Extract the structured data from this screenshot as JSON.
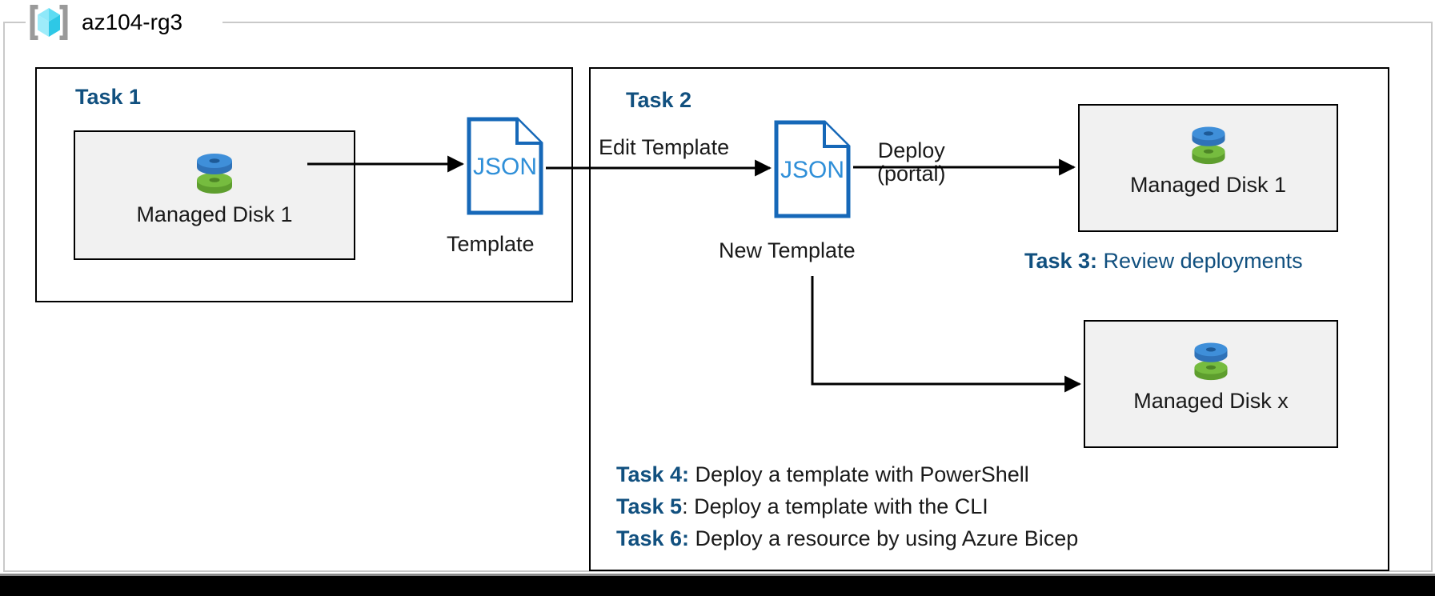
{
  "resource_group": {
    "name": "az104-rg3",
    "icon": "azure-resource-group-cube-icon"
  },
  "task1": {
    "heading": "Task 1",
    "resource": {
      "label": "Managed Disk 1",
      "icon": "managed-disk-icon"
    },
    "template": {
      "doc_label": "JSON",
      "caption": "Template",
      "icon": "json-document-icon"
    },
    "connector_label": ""
  },
  "task2": {
    "heading": "Task 2",
    "edit_label": "Edit Template",
    "template": {
      "doc_label": "JSON",
      "caption": "New Template",
      "icon": "json-document-icon"
    },
    "deploy_label_line1": "Deploy",
    "deploy_label_line2": "(portal)",
    "deployed_resource": {
      "label": "Managed Disk 1",
      "icon": "managed-disk-icon"
    },
    "scaled_resource": {
      "label": "Managed Disk x",
      "icon": "managed-disk-icon"
    }
  },
  "task3": {
    "key": "Task 3:",
    "text": " Review deployments"
  },
  "task4": {
    "key": "Task 4:",
    "text": " Deploy a template with PowerShell"
  },
  "task5": {
    "key": "Task 5",
    "text": ": Deploy a template with the CLI"
  },
  "task6": {
    "key": "Task 6:",
    "text": " Deploy a resource by using Azure Bicep"
  },
  "colors": {
    "task_heading_blue": "#11507f",
    "json_outline_blue": "#1668b8",
    "json_text_blue": "#2f8fd8",
    "disk_blue": "#3f8fd9",
    "disk_green": "#76bc3f",
    "rg_cube_cyan_light": "#7ce4f7",
    "rg_cube_cyan_dark": "#2ec8e6",
    "rg_bracket_gray": "#9a9a9a",
    "panel_border": "#000000",
    "resource_box_fill": "#f1f1f1",
    "rg_border": "#c9c9c9",
    "connector_black": "#000000",
    "bottom_bar": "#000000"
  }
}
